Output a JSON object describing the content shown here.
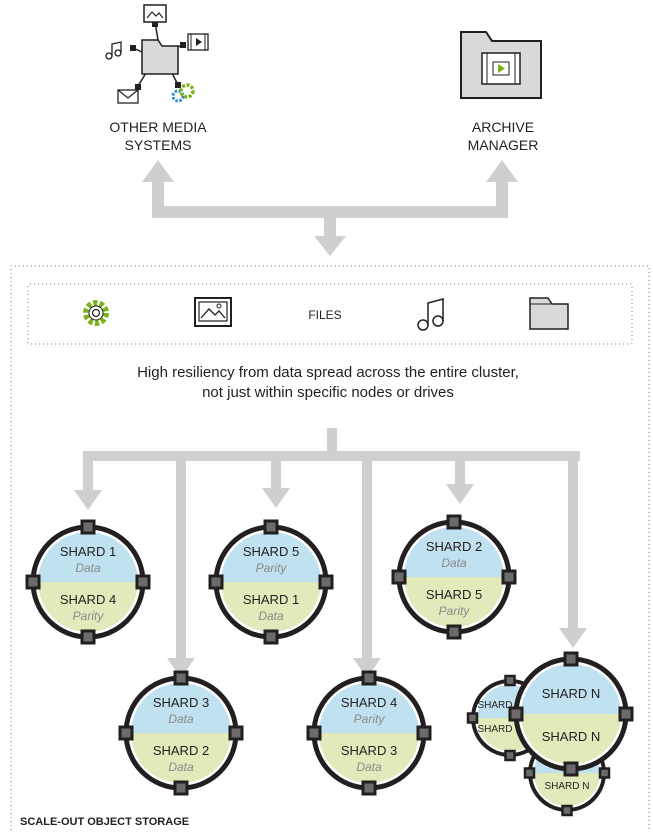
{
  "top": {
    "other_media_line1": "OTHER MEDIA",
    "other_media_line2": "SYSTEMS",
    "archive_line1": "ARCHIVE",
    "archive_line2": "MANAGER"
  },
  "files_bar": {
    "label": "FILES",
    "icons": [
      "gear-icon",
      "image-icon",
      "music-icon",
      "folder-icon"
    ]
  },
  "caption": {
    "line1": "High resiliency from data spread across the entire cluster,",
    "line2": "not just within specific nodes or drives"
  },
  "nodes": [
    {
      "top_shard": "SHARD 1",
      "top_role": "Data",
      "bottom_shard": "SHARD 4",
      "bottom_role": "Parity"
    },
    {
      "top_shard": "SHARD 5",
      "top_role": "Parity",
      "bottom_shard": "SHARD 1",
      "bottom_role": "Data"
    },
    {
      "top_shard": "SHARD 2",
      "top_role": "Data",
      "bottom_shard": "SHARD 5",
      "bottom_role": "Parity"
    },
    {
      "top_shard": "SHARD 3",
      "top_role": "Data",
      "bottom_shard": "SHARD 2",
      "bottom_role": "Data"
    },
    {
      "top_shard": "SHARD 4",
      "top_role": "Parity",
      "bottom_shard": "SHARD 3",
      "bottom_role": "Data"
    }
  ],
  "shard_n": {
    "label": "SHARD N",
    "back_left": "SHARD N",
    "back_bottom": "SHARD N"
  },
  "footer_label": "SCALE-OUT OBJECT STORAGE",
  "colors": {
    "arrow": "#cfcfcf",
    "data_fill": "#bfe1f0",
    "parity_fill": "#e2eabb",
    "gear": "#7ab317",
    "gear_blue": "#2e8fc9",
    "dark": "#231f20",
    "folder": "#d9d9d9"
  }
}
